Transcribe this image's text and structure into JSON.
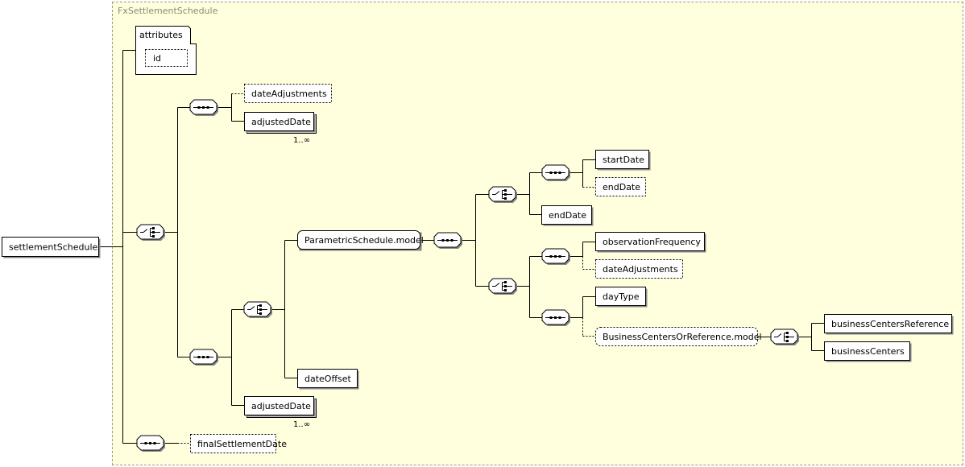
{
  "diagram": {
    "type_name": "FxSettlementSchedule",
    "root": "settlementSchedule",
    "attributes_label": "attributes",
    "attribute_id": "id",
    "elements": {
      "dateAdjustments_1": "dateAdjustments",
      "adjustedDate_1": "adjustedDate",
      "parametric_model": "ParametricSchedule.model",
      "startDate": "startDate",
      "endDate_optional": "endDate",
      "endDate": "endDate",
      "observationFrequency": "observationFrequency",
      "dateAdjustments_2": "dateAdjustments",
      "dayType": "dayType",
      "bc_or_ref_model": "BusinessCentersOrReference.model",
      "businessCentersReference": "businessCentersReference",
      "businessCenters": "businessCenters",
      "dateOffset": "dateOffset",
      "adjustedDate_2": "adjustedDate",
      "finalSettlementDate": "finalSettlementDate"
    },
    "multiplicity_1": "1..∞",
    "multiplicity_2": "1..∞",
    "compositors": {
      "seq_upper": "sequence",
      "choice_main": "choice",
      "seq_lower": "sequence",
      "choice_param": "choice",
      "seq_param": "sequence",
      "choice_dates": "choice",
      "seq_dates": "sequence",
      "choice_obs": "choice",
      "seq_obs": "sequence",
      "seq_daytype": "sequence",
      "choice_bc": "choice",
      "seq_final": "sequence"
    },
    "colors": {
      "background": "#ffffdd",
      "line": "#000000",
      "type_label": "#8a8a7a"
    }
  }
}
